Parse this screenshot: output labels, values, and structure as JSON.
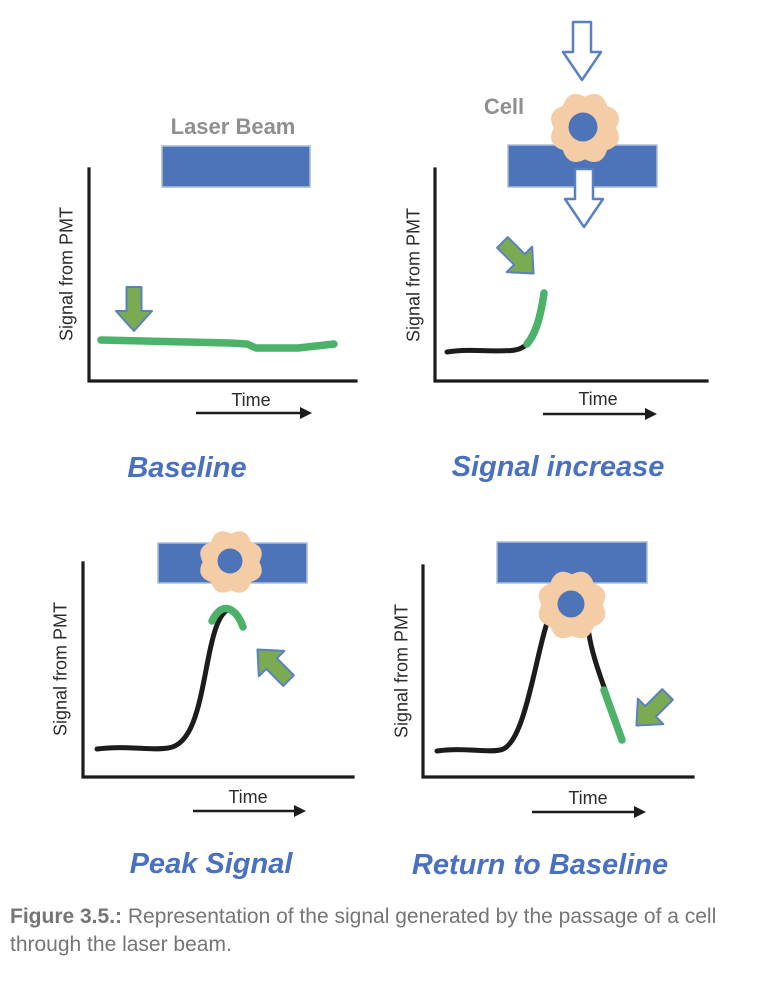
{
  "figure": {
    "caption_label": "Figure 3.5.:",
    "caption_text": " Representation of the signal generated by the passage of a cell through the laser beam."
  },
  "shared": {
    "ylabel": "Signal from PMT",
    "xlabel": "Time",
    "laser_beam_label": "Laser Beam",
    "cell_label": "Cell"
  },
  "panels": [
    {
      "title": "Baseline"
    },
    {
      "title": "Signal increase"
    },
    {
      "title": "Peak Signal"
    },
    {
      "title": "Return to Baseline"
    }
  ],
  "colors": {
    "beam_blue": "#4d73b8",
    "cell_body": "#f4cda7",
    "nucleus_blue": "#4d73b8",
    "arrow_green": "#7bab51",
    "arrow_outline_blue": "#5b80c2",
    "signal_green": "#4cb269",
    "title_blue": "#4a71c1",
    "label_gray": "#8f8f8f",
    "ink_black": "#1c1c1c",
    "caption_gray": "#757575"
  }
}
